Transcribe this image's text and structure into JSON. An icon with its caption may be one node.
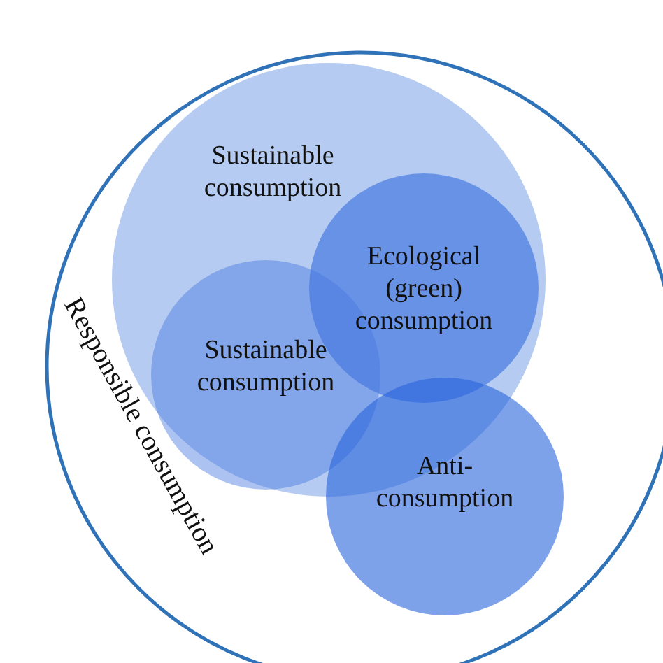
{
  "diagram": {
    "nodes": [
      {
        "text": [
          "Responsible consumption"
        ]
      },
      {
        "text": [
          "Sustainable consumption"
        ],
        "in": 0
      },
      {
        "text": [
          "Ecological (green) consumption"
        ],
        "in": 1
      },
      {
        "text": [
          "Sustainable consumption"
        ],
        "in": 1
      },
      {
        "text": [
          "Anti- consumption"
        ],
        "in": 0
      }
    ]
  }
}
